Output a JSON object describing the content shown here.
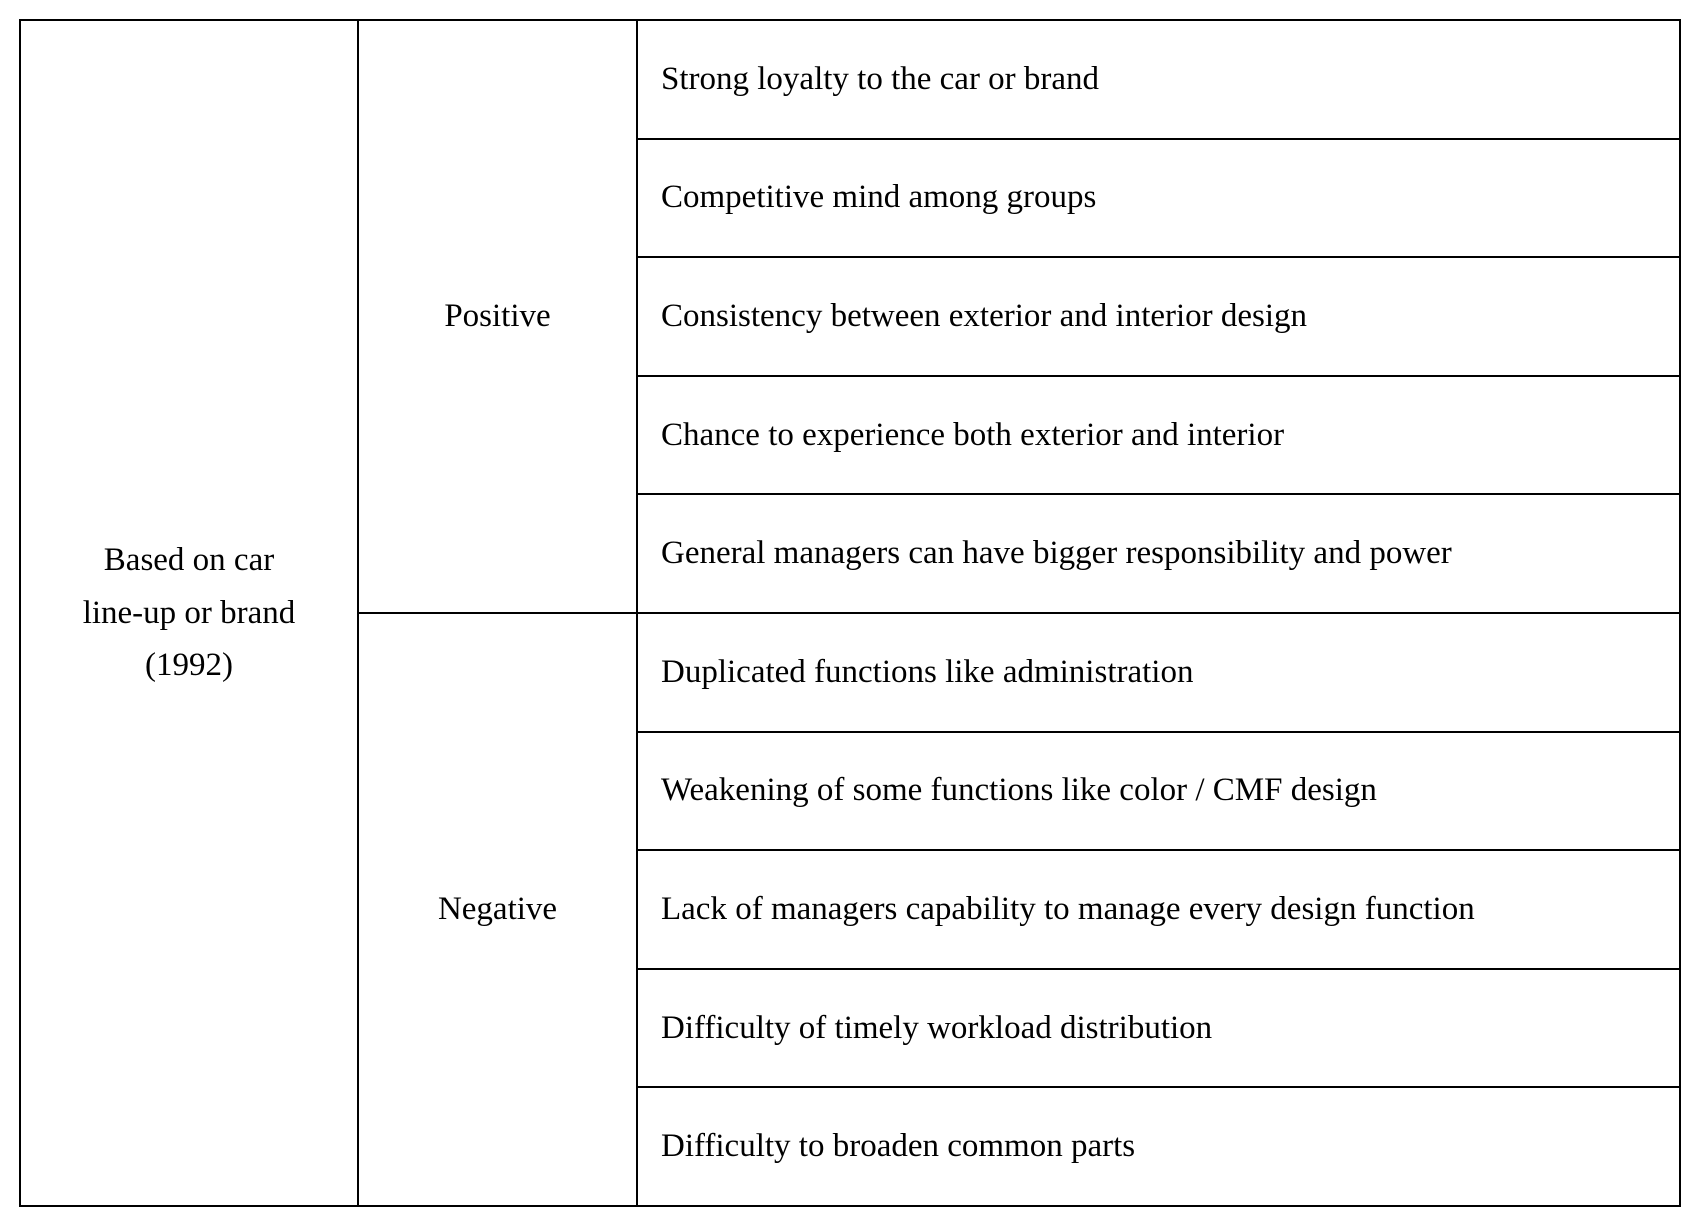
{
  "table": {
    "category": {
      "line1": "Based on car",
      "line2": "line-up or brand",
      "line3": "(1992)"
    },
    "groups": [
      {
        "label": "Positive",
        "items": [
          "Strong loyalty to the car or brand",
          "Competitive mind among groups",
          "Consistency between exterior and interior design",
          "Chance to experience both exterior and interior",
          "General managers can have bigger responsibility and power"
        ]
      },
      {
        "label": "Negative",
        "items": [
          "Duplicated functions like administration",
          "Weakening of some functions like color / CMF design",
          "Lack of managers capability to manage every design function",
          "Difficulty of timely workload distribution",
          "Difficulty to broaden common parts"
        ]
      }
    ]
  }
}
